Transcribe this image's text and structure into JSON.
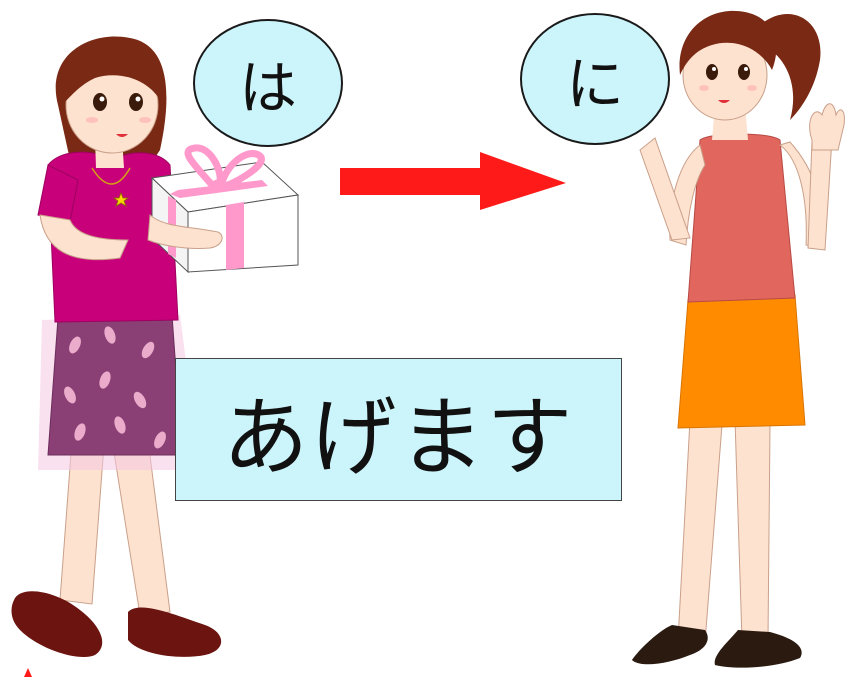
{
  "particles": {
    "giver_particle": "は",
    "receiver_particle": "に"
  },
  "verb": {
    "text": "あげます"
  },
  "colors": {
    "bubble_fill": "#ccf5fb",
    "arrow": "#ff1a1a",
    "giver_top": "#c8007a",
    "giver_skirt": "#8a3f75",
    "receiver_top": "#e0665e",
    "receiver_skirt": "#ff8c00",
    "ribbon": "#ff99cc",
    "hair": "#7a2a14",
    "skin": "#fde2cf"
  },
  "icons": {
    "gift": "gift-box-icon",
    "arrow": "right-arrow-icon"
  }
}
